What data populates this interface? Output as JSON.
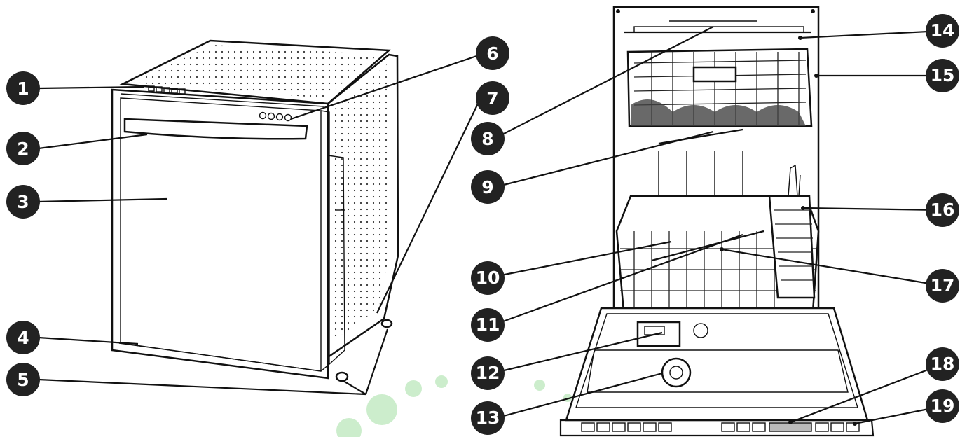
{
  "diagram": {
    "left_view": "dishwasher exterior, closed, three-quarter view",
    "right_view": "dishwasher interior, door open, racks visible",
    "callouts": [
      {
        "id": "1",
        "label": "1"
      },
      {
        "id": "2",
        "label": "2"
      },
      {
        "id": "3",
        "label": "3"
      },
      {
        "id": "4",
        "label": "4"
      },
      {
        "id": "5",
        "label": "5"
      },
      {
        "id": "6",
        "label": "6"
      },
      {
        "id": "7",
        "label": "7"
      },
      {
        "id": "8",
        "label": "8"
      },
      {
        "id": "9",
        "label": "9"
      },
      {
        "id": "10",
        "label": "10"
      },
      {
        "id": "11",
        "label": "11"
      },
      {
        "id": "12",
        "label": "12"
      },
      {
        "id": "13",
        "label": "13"
      },
      {
        "id": "14",
        "label": "14"
      },
      {
        "id": "15",
        "label": "15"
      },
      {
        "id": "16",
        "label": "16"
      },
      {
        "id": "17",
        "label": "17"
      },
      {
        "id": "18",
        "label": "18"
      },
      {
        "id": "19",
        "label": "19"
      }
    ],
    "colors": {
      "marker_fill": "#222222",
      "marker_text": "#ffffff",
      "line": "#111111",
      "watermark": "#8fd88f"
    }
  }
}
